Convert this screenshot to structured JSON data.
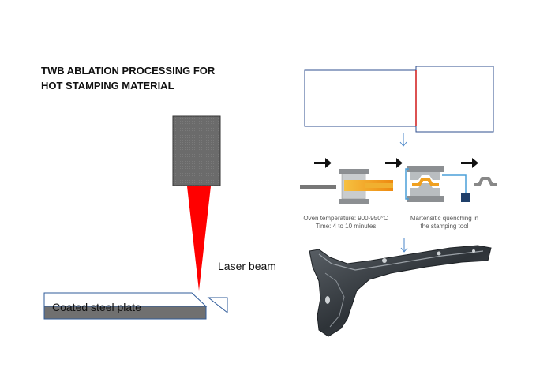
{
  "title": {
    "line1": "TWB ABLATION PROCESSING FOR",
    "line2": "HOT STAMPING MATERIAL"
  },
  "labels": {
    "laser_beam": "Laser beam",
    "plate": "Coated steel plate"
  },
  "process": {
    "oven_caption_line1": "Oven temperature: 900-950°C",
    "oven_caption_line2": "Time: 4 to 10 minutes",
    "quench_caption_line1": "Martensitic quenching in",
    "quench_caption_line2": "the stamping tool"
  },
  "colors": {
    "laser_red": "#ff0000",
    "head_gray": "#6e6e6e",
    "blank_outline": "#2f4f8f",
    "weld_line": "#d01818",
    "arrow_blue": "#4a86c8",
    "hot_orange": "#f0a020",
    "part_dark": "#3a3f44"
  }
}
